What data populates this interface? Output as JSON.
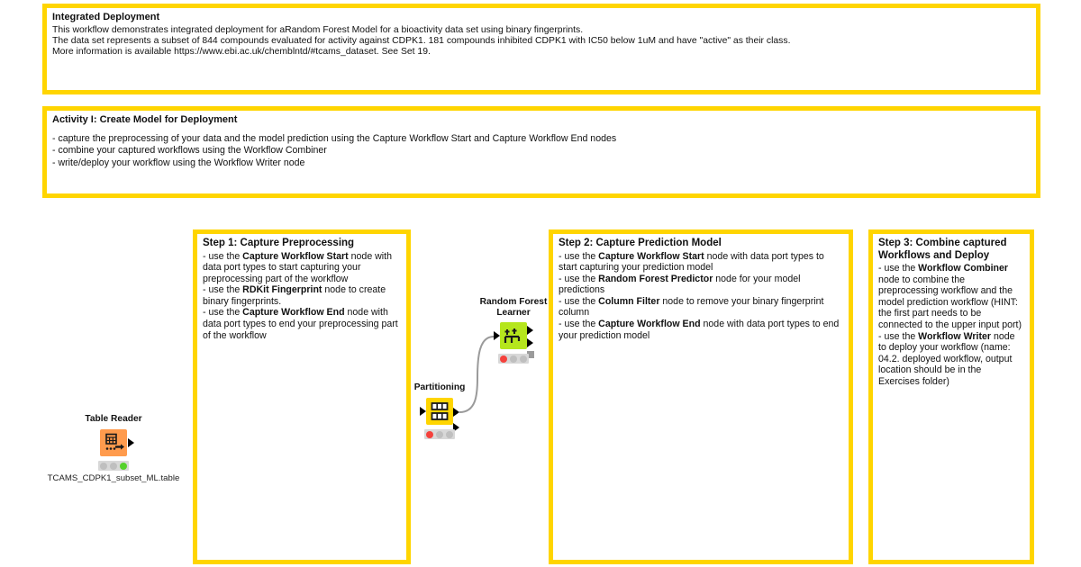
{
  "annotations": {
    "intro": {
      "title": "Integrated Deployment",
      "body": "This workflow demonstrates integrated deployment for aRandom Forest Model for a bioactivity data set using binary fingerprints.\nThe data set represents a subset of 844 compounds evaluated for activity against CDPK1. 181 compounds inhibited CDPK1 with IC50 below 1uM and have \"active\" as their class.\nMore information is available https://www.ebi.ac.uk/chemblntd/#tcams_dataset. See Set 19."
    },
    "activity": {
      "title": "Activity I: Create Model for Deployment",
      "body": "- capture the preprocessing of your data and the model prediction using the Capture Workflow Start and Capture Workflow End nodes\n- combine your captured workflows using the Workflow Combiner\n- write/deploy your workflow using the Workflow Writer node"
    },
    "step1": {
      "title": "Step 1: Capture Preprocessing",
      "body": "- use the Capture Workflow Start   node with data port types to start capturing your preprocessing part of the workflow\n- use the RDKit Fingerprint   node to create binary fingerprints.\n- use the Capture Workflow End   node with data port types to end your preprocessing part of the workflow"
    },
    "step2": {
      "title": "Step 2: Capture Prediction Model",
      "body": "- use the Capture Workflow Start   node with data port types to start capturing your prediction model\n- use the Random Forest Predictor   node for your model predictions\n- use the Column Filter   node to remove your binary fingerprint column\n- use the Capture Workflow End   node with data port types to end your prediction model"
    },
    "step3": {
      "title": "Step 3: Combine captured\nWorkflows and Deploy",
      "body": "- use the Workflow Combiner   node to combine the preprocessing workflow and the model prediction workflow (HINT: the first part needs to be connected to the upper input port)\n- use the Workflow Writer   node to deploy your workflow (name: 04.2. deployed workflow, output location should be in the Exercises folder)"
    }
  },
  "nodes": {
    "table_reader": {
      "label": "Table Reader",
      "sublabel": "TCAMS_CDPK1_subset_ML.table",
      "color": "#ff9b4d",
      "status": [
        "gray",
        "gray",
        "green"
      ]
    },
    "partitioning": {
      "label": "Partitioning",
      "sublabel": "",
      "color": "#ffd500",
      "status": [
        "red",
        "gray",
        "gray"
      ]
    },
    "random_forest_learner": {
      "label": "Random Forest\nLearner",
      "sublabel": "",
      "color": "#b5e61d",
      "status": [
        "red",
        "gray",
        "gray"
      ]
    }
  },
  "theme": {
    "annotation_border": "#ffd500",
    "canvas_background": "#ffffff",
    "wire_color": "#9a9a9a"
  }
}
